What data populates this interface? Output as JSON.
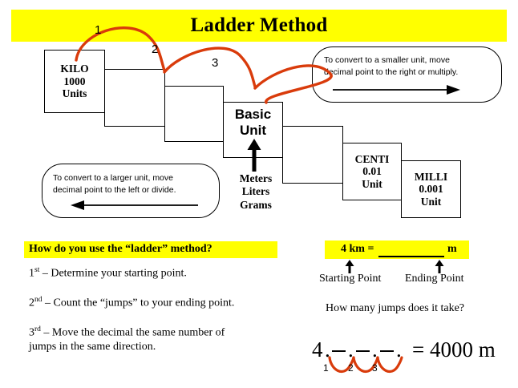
{
  "title": "Ladder Method",
  "ladder": {
    "steps": [
      {
        "name": "kilo",
        "l1": "KILO",
        "l2": "1000",
        "l3": "Units"
      },
      {
        "name": "hecto",
        "l1": "",
        "l2": "",
        "l3": ""
      },
      {
        "name": "deka",
        "l1": "",
        "l2": "",
        "l3": ""
      },
      {
        "name": "basic",
        "l1": "Basic",
        "l2": "Unit",
        "l3": ""
      },
      {
        "name": "deci",
        "l1": "",
        "l2": "",
        "l3": ""
      },
      {
        "name": "centi",
        "l1": "CENTI",
        "l2": "0.01",
        "l3": "Unit"
      },
      {
        "name": "milli",
        "l1": "MILLI",
        "l2": "0.001",
        "l3": "Unit"
      }
    ],
    "jump_labels": [
      "1",
      "2",
      "3"
    ],
    "basic_unit_examples": "Meters\nLiters\nGrams",
    "basic_unit_lines": [
      "Meters",
      "Liters",
      "Grams"
    ]
  },
  "callouts": {
    "smaller": {
      "line1": "To convert to a smaller unit, move",
      "line2": "decimal  point to the right or multiply.",
      "arrow_direction": "right"
    },
    "larger": {
      "line1": "To convert to a larger unit, move",
      "line2": "decimal  point to the left or divide.",
      "arrow_direction": "left"
    }
  },
  "instructions": {
    "heading": "How do you use the “ladder” method?",
    "steps": [
      {
        "ord_num": "1",
        "ord_suffix": "st",
        "text": "– Determine your starting point."
      },
      {
        "ord_num": "2",
        "ord_suffix": "nd",
        "text": "– Count the “jumps” to your ending point."
      },
      {
        "ord_num": "3",
        "ord_suffix": "rd",
        "text": "– Move the decimal the same number of"
      }
    ],
    "step3_wrap": "jumps in the same direction."
  },
  "example": {
    "equation_left": "4 km =",
    "equation_right": "m",
    "start_label": "Starting Point",
    "end_label": "Ending Point",
    "question": "How many jumps does it take?"
  },
  "answer": {
    "lead": "4",
    "decimal": ".",
    "dots": [
      ".",
      ".",
      "."
    ],
    "result": "= 4000 m",
    "jump_numbers": [
      "1",
      "2",
      "3"
    ]
  },
  "colors": {
    "highlight": "#ffff00",
    "jump_arc": "#d93b0b",
    "ink": "#000000",
    "paper": "#ffffff"
  }
}
